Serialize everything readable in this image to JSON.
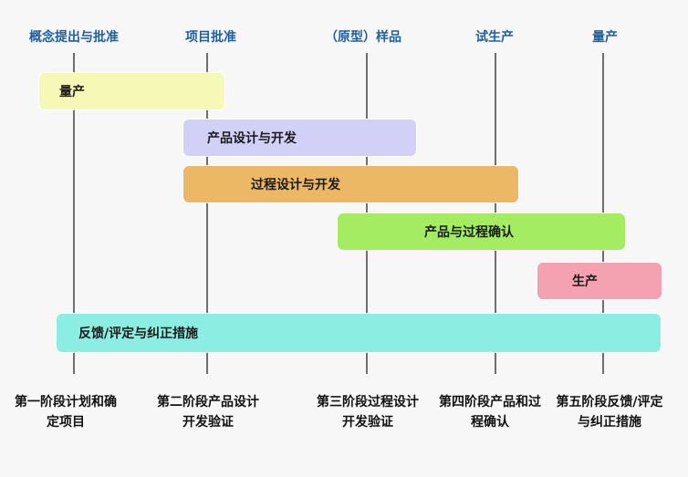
{
  "milestones": [
    {
      "label": "概念提出与批准"
    },
    {
      "label": "项目批准"
    },
    {
      "label": "（原型）样品"
    },
    {
      "label": "试生产"
    },
    {
      "label": "量产"
    }
  ],
  "bars": [
    {
      "label": "量产",
      "color": "#f6f8b6"
    },
    {
      "label": "产品设计与开发",
      "color": "#d2d0f6"
    },
    {
      "label": "过程设计与开发",
      "color": "#ecb865"
    },
    {
      "label": "产品与过程确认",
      "color": "#a4ec62"
    },
    {
      "label": "生产",
      "color": "#f4a2b2"
    },
    {
      "label": "反馈/评定与纠正措施",
      "color": "#8ceee3"
    }
  ],
  "phases": [
    {
      "label": "第一阶段计划和确定项目"
    },
    {
      "label": "第二阶段产品设计开发验证"
    },
    {
      "label": "第三阶段过程设计开发验证"
    },
    {
      "label": "第四阶段产品和过程确认"
    },
    {
      "label": "第五阶段反馈/评定与纠正措施"
    }
  ]
}
